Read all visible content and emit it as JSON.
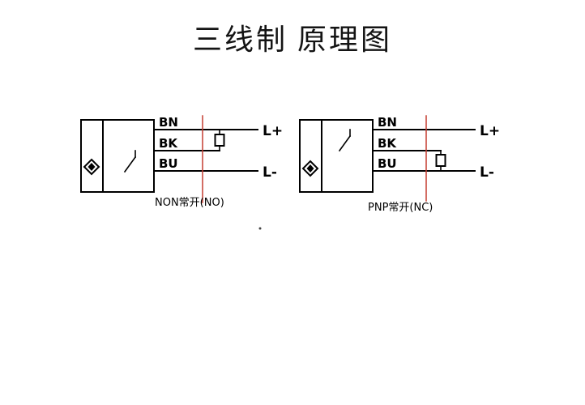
{
  "title": "三线制 原理图",
  "diagrams": [
    {
      "caption": "NON常开(NO)",
      "wires": [
        "BN",
        "BK",
        "BU"
      ],
      "terminals": [
        "L+",
        "L-"
      ]
    },
    {
      "caption": "PNP常开(NC)",
      "wires": [
        "BN",
        "BK",
        "BU"
      ],
      "terminals": [
        "L+",
        "L-"
      ]
    }
  ],
  "colors": {
    "ink": "#000000",
    "marker_line": "#c43c30",
    "background": "#ffffff"
  }
}
